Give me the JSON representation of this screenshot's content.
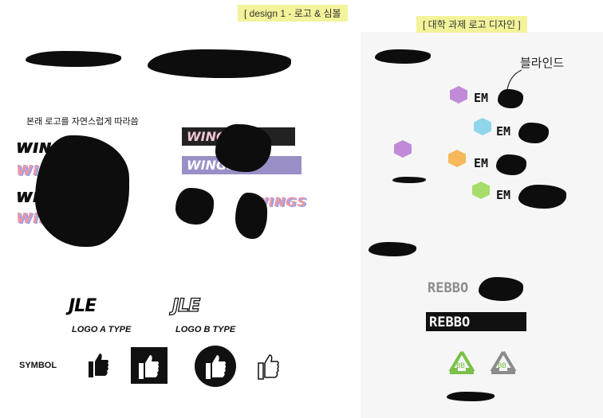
{
  "header": {
    "left_title": "[ design 1 - 로고 & 심볼",
    "right_title": "[ 대학 과제 로고 디자인 ]"
  },
  "left": {
    "section_label": "본래 로고를 자연스럽게 따라씀",
    "wordmark": "WINGS",
    "wordmark_variants": [
      "WINGS",
      "WINGS",
      "WINGS",
      "WINGS"
    ],
    "logo_a": "LOGO A TYPE",
    "logo_b": "LOGO B TYPE",
    "symbol_label": "SYMBOL",
    "logo_mark": "JLE"
  },
  "right": {
    "note": "블라인드",
    "em_items": [
      "EM",
      "EM",
      "EM",
      "EM"
    ],
    "rebbo_items": [
      "REBBO",
      "REBBO"
    ],
    "colors": {
      "hex_purple": "#c08ad9",
      "hex_cyan": "#8fd6ea",
      "hex_orange": "#f5b85b",
      "hex_green": "#a7dd6a",
      "rebbo_green": "#7bc04a"
    }
  }
}
